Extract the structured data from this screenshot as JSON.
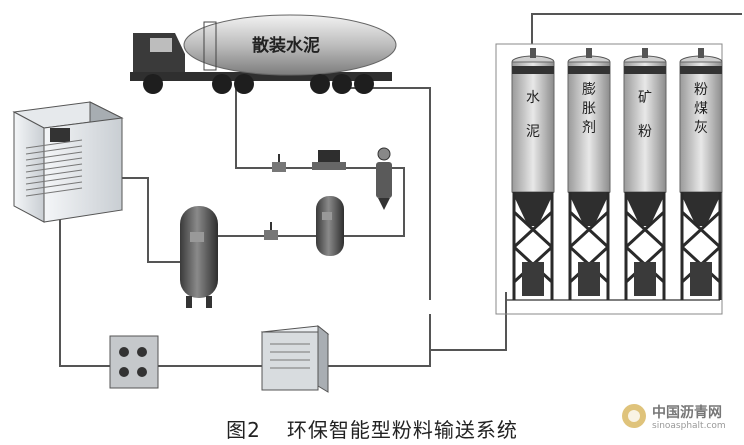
{
  "truck": {
    "label": "散装水泥"
  },
  "silos": [
    {
      "label": "水泥"
    },
    {
      "label": "膨胀剂"
    },
    {
      "label": "矿粉"
    },
    {
      "label": "粉煤灰"
    }
  ],
  "caption": {
    "figure_number": "图2",
    "title": "环保智能型粉料输送系统"
  },
  "watermark": {
    "name_cn": "中国沥青网",
    "url": "sinoasphalt.com"
  },
  "colors": {
    "pipe": "#555555",
    "equipment": "#6f6f6f",
    "tank": "#4a4a4a"
  }
}
